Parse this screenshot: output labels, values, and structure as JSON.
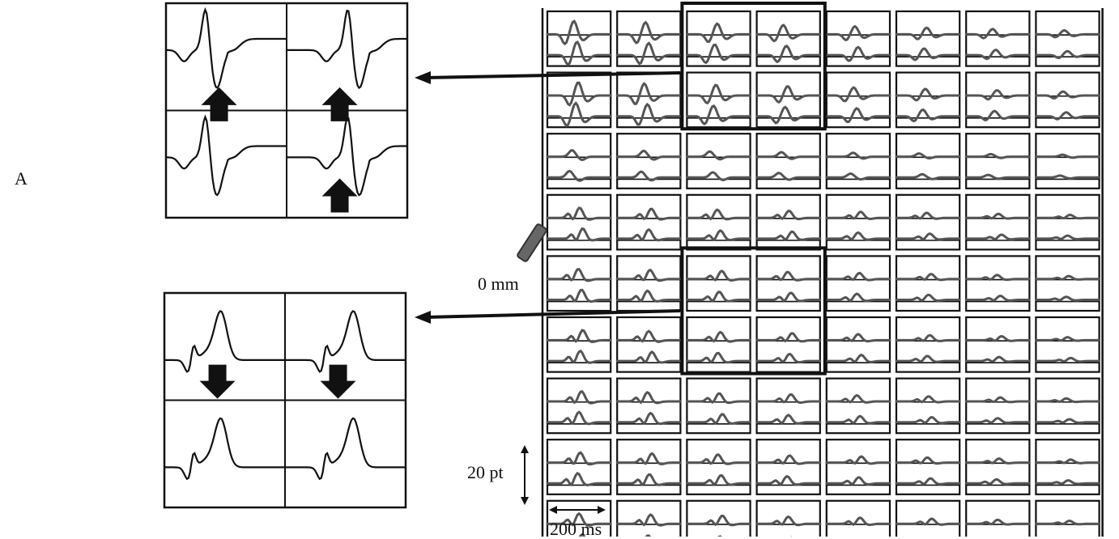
{
  "figure": {
    "panel_label": "A",
    "zero_label": "0 mm",
    "amplitude_scale": "20 pt",
    "time_scale": "200 ms"
  },
  "grid": {
    "rows": 9,
    "cols": 8,
    "traces_per_cell": 2
  },
  "highlight_regions": [
    {
      "name": "upper",
      "rows": [
        0,
        1
      ],
      "cols": [
        2,
        3
      ]
    },
    {
      "name": "lower",
      "rows": [
        4,
        5
      ],
      "cols": [
        2,
        3
      ]
    }
  ],
  "insets": [
    {
      "name": "upper",
      "arrow_direction": "up",
      "marker_cells": [
        0,
        1,
        3
      ]
    },
    {
      "name": "lower",
      "arrow_direction": "down",
      "marker_cells": [
        0,
        1
      ]
    }
  ],
  "colors": {
    "ink": "#111111",
    "trace": "#555555",
    "probe": "#666666"
  }
}
